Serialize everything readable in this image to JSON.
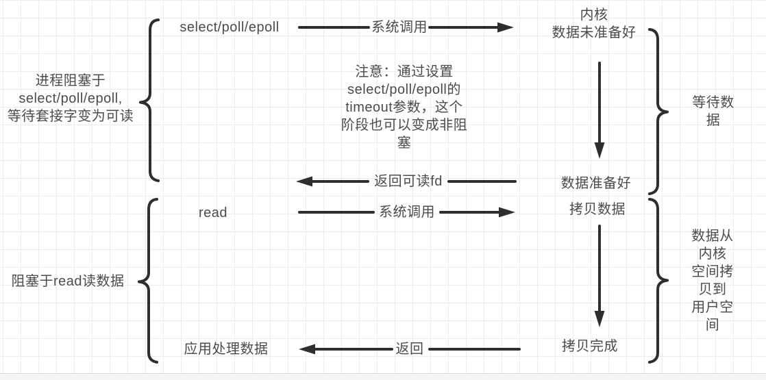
{
  "diagram": {
    "phase1": {
      "left_brace_label": "进程阻塞于\nselect/poll/epoll,\n等待套接字变为可读",
      "caller_label": "select/poll/epoll",
      "syscall_arrow_label": "系统调用",
      "kernel_state_start": "内核\n数据未准备好",
      "note": "注意：通过设置\nselect/poll/epoll的\ntimeout参数，这个\n阶段也可以变成非阻\n塞",
      "right_brace_label": "等待数据",
      "kernel_state_end": "数据准备好",
      "return_arrow_label": "返回可读fd"
    },
    "phase2": {
      "left_brace_label": "阻塞于read读数据",
      "caller_label": "read",
      "syscall_arrow_label": "系统调用",
      "kernel_state_start": "拷贝数据",
      "right_brace_label": "数据从内核\n空间拷贝到\n用户空间",
      "kernel_state_end": "拷贝完成",
      "return_arrow_label": "返回",
      "app_label": "应用处理数据"
    },
    "colors": {
      "ink": "#2e2e2e",
      "text": "#4b4b4b",
      "grid": "#ececec"
    }
  }
}
